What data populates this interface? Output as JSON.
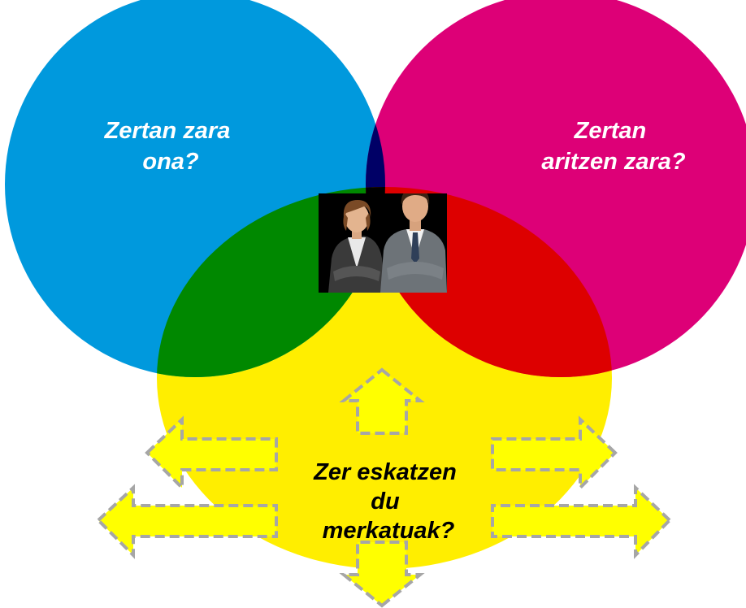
{
  "diagram": {
    "type": "venn",
    "circles": {
      "left": {
        "label_lines": [
          "Zertan zara",
          "ona?"
        ],
        "color": "#0099DD"
      },
      "right": {
        "label_lines": [
          "Zertan",
          "aritzen zara?"
        ],
        "color": "#DD0077"
      },
      "bottom": {
        "label_lines": [
          "Zer eskatzen",
          "du",
          "merkatuak?"
        ],
        "color": "#FFEE00"
      }
    },
    "overlaps": {
      "left_right": "#000066",
      "left_bottom": "#008800",
      "right_bottom": "#DD0000",
      "center": "#000000"
    },
    "center_image": {
      "icon": "business-people-photo",
      "people": [
        "woman",
        "man"
      ]
    },
    "arrows": {
      "directions": [
        "up",
        "down",
        "left-upper",
        "left-lower",
        "right-upper",
        "right-lower"
      ],
      "fill_color": "#FFFF00",
      "border_color": "#A6A6A6",
      "border_style": "dashed"
    }
  }
}
